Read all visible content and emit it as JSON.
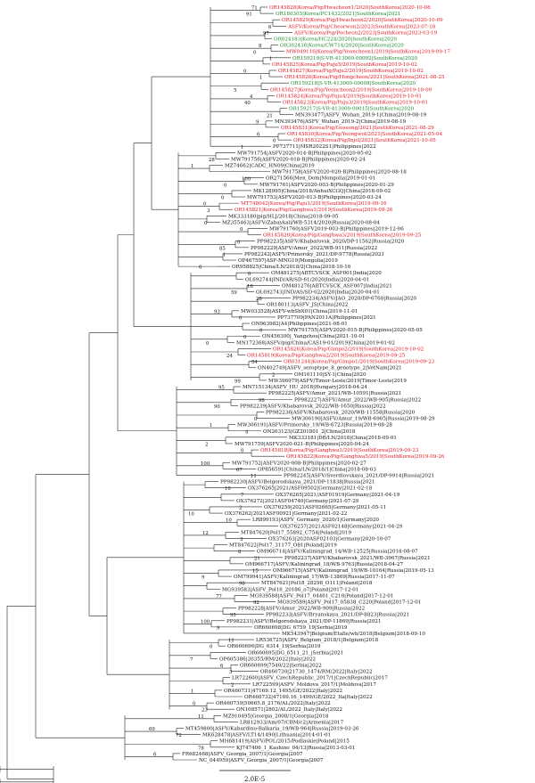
{
  "colors": {
    "black": "#111111",
    "red": "#e8161e",
    "green": "#1f8a2e",
    "branch": "#222222"
  },
  "leaves": [
    {
      "label": "OR145828|Korea/Pig/Hwacheon1/2020|SouthKorea|2020-10-08",
      "color": "red"
    },
    {
      "label": "OR180305|Korea/PC1432/2021|SouthKorea|2021",
      "color": "green"
    },
    {
      "label": "OR145829|Korea/Pig/Hwacheon2/2020|SouthKorea|2020-10-09",
      "color": "red"
    },
    {
      "label": "ASFV/Korea/Pig/Cheorwon2/2023|SouthKorea|2023-07-18",
      "color": "red"
    },
    {
      "label": "ASFV/Korea/Pig/Pocheon2/2023|SouthKorea|2023-03-19",
      "color": "red"
    },
    {
      "label": "OR624183|Korea/HC224/2020|SouthKorea|2020",
      "color": "green"
    },
    {
      "label": "OR362436|Korea/CW714/2020|SouthKorea|2020",
      "color": "green"
    },
    {
      "label": "MW049116|Korea/Pig/Yeoncheon1/2019|SouthKorea|2019-09-17",
      "color": "red"
    },
    {
      "label": "OR159219|S-VR-413000-00002|SouthKorea|2020",
      "color": "green"
    },
    {
      "label": "OR145825|Korea/Pig/Paju5/2019|SouthKorea|2019-10-02",
      "color": "red"
    },
    {
      "label": "OR145827|Korea/Pig/Paju2/2019|SouthKorea|2019-10-02",
      "color": "red"
    },
    {
      "label": "OR145826|Korea/Pig/Hongcheon/2021|SouthKorea|2021-08-25",
      "color": "red"
    },
    {
      "label": "OR159218|S-VR-413000-00008|SouthKorea|2020",
      "color": "green"
    },
    {
      "label": "OR145827|Korea/Pig/Yeoncheon2/2019|SouthKorea|2019-10-09",
      "color": "red"
    },
    {
      "label": "OR145824|Korea/Pig/Paju4/2019|SouthKorea|2019-10-01",
      "color": "red"
    },
    {
      "label": "OR145823|Korea/Pig/Paju3/2019|SouthKorea|2019-10-01",
      "color": "red"
    },
    {
      "label": "OR159217|S-VR-413000-00015|SouthKorea|2020",
      "color": "green"
    },
    {
      "label": "MN393477|ASFV_Wuhan_2019-1|China|2019-08-19",
      "color": "black"
    },
    {
      "label": "MN393476|ASFV_Wuhan_2019-2|China|2019-08-19",
      "color": "black"
    },
    {
      "label": "OR145831|Korea/Pig/Goseong/2021|SouthKorea|2021-08-29",
      "color": "red"
    },
    {
      "label": "OR145830|Korea/Pig/Yeongwol/2021|SouthKorea|2021-05-04",
      "color": "red"
    },
    {
      "label": "OR145832|Korea/Pig/Injel/2021|SouthKorea|2021-10-05",
      "color": "red"
    },
    {
      "label": "PP737711|MSR2022S1|Philippines|2022",
      "color": "black"
    },
    {
      "label": "MW791754|ASFV2020-014-B|Philippines|2020-05-02",
      "color": "black"
    },
    {
      "label": "MW791756|ASFV2020-018-B|Philippines|2020-02-24",
      "color": "black"
    },
    {
      "label": "MZ74662|CADC_HN09|China|2019",
      "color": "black"
    },
    {
      "label": "MW791758|ASFV2020-020-B|Philippines|2020-08-18",
      "color": "black"
    },
    {
      "label": "OR271566|Men_Dom|Mongolia|2019-01-01",
      "color": "black"
    },
    {
      "label": "MW791761|ASFV2020-003-B|Philippines|2020-01-29",
      "color": "black"
    },
    {
      "label": "MK128995|China/2018/AnhuiXCGQ|China|2018-09-02",
      "color": "black"
    },
    {
      "label": "MW791753|ASFV2020-013-B|Philippines|2020-03-24",
      "color": "black"
    },
    {
      "label": "MT748042|Korea/Pig/Paju1/2019|SouthKorea|2019-09-16",
      "color": "red"
    },
    {
      "label": "OR145821|Korea/Pig/Ganghwa1/2019|SouthKorea|2019-09-26",
      "color": "red"
    },
    {
      "label": "MK333180|pig/HLJ/2018|China|2018-09-05",
      "color": "black"
    },
    {
      "label": "MZ355463|ASFV/Zabaykali/WB-5314/2020|Russia|2020-08-04",
      "color": "black"
    },
    {
      "label": "MW791760|ASFV2019-003-B|Philippines|2019-12-06",
      "color": "black"
    },
    {
      "label": "OR145820|Korea/Pig/Ganghwa3/2019|SouthKorea|2019-09-25",
      "color": "red"
    },
    {
      "label": "PP982235|ASFV/Khabarovsk_2020/DP-11562|Russia|2020",
      "color": "black"
    },
    {
      "label": "PP982229|ASFV/Amur_2022/WB-911|Russia|2022",
      "color": "black"
    },
    {
      "label": "PP982242|ASFV/Primorsky_2021/DP-9778|Russia|2021",
      "color": "black"
    },
    {
      "label": "OP467597|ASF-MNG19|Mongolia|2019",
      "color": "black"
    },
    {
      "label": "OR958825|China/LN/2018/2|China|2018-10-16",
      "color": "black"
    },
    {
      "label": "OM481275|ABTCVSCK_ASF001|India|2020",
      "color": "black"
    },
    {
      "label": "OL692744|IND/AR/SD-61/2020|India|2020-04-01",
      "color": "black"
    },
    {
      "label": "OM481276|ABTCVSCK_ASF007|India|2021",
      "color": "black"
    },
    {
      "label": "OL692743|IND/AS/SD-02/2020|India|2020-04-01",
      "color": "black"
    },
    {
      "label": "PP982234|ASFV/JAO_2020/DP-6768|Russia|2020",
      "color": "black"
    },
    {
      "label": "OR180113|ASFV_JS|China|2022",
      "color": "black"
    },
    {
      "label": "MW033528|ASFV-wbSbX01|China|2019-11-01",
      "color": "black"
    },
    {
      "label": "PP737709|PAN2011A|Philippines|2021",
      "color": "black"
    },
    {
      "label": "ON963982|A4|Philippines|2021-08-01",
      "color": "black"
    },
    {
      "label": "MW791755|ASFV2020-015-B|Philippines|2020-05-05",
      "color": "black"
    },
    {
      "label": "ON456300|_Yangzhou|China|2021-10-01",
      "color": "black"
    },
    {
      "label": "MN172368|ASFV/pig/China/CAS19-01/2019|China|2019-01-02",
      "color": "black"
    },
    {
      "label": "OR145826|Korea/Pig/Gimpo2/2019|SouthKorea|2019-10-02",
      "color": "red"
    },
    {
      "label": "OR145819|Korea/Pig/Ganghwa2/2019|SouthKorea|2019-09-25",
      "color": "red"
    },
    {
      "label": "OR031244|Korea/Pig/Gimpo1/2019|SouthKorea|2019-09-23",
      "color": "red"
    },
    {
      "label": "ON402749|ASFV_seroptype_8_genotype_2|VetNam|2021",
      "color": "black"
    },
    {
      "label": "OM161110|SY-1|China|2020",
      "color": "black"
    },
    {
      "label": "MW396979|ASFV/Timor-Leste/2019|Timor-Leste|2019",
      "color": "black"
    },
    {
      "label": "MN715134|ASFV_HU_2018|Hungary|2018-04-24",
      "color": "black"
    },
    {
      "label": "PP982225|ASFV/Amur_2021/WB-10591|Russia|2021",
      "color": "black"
    },
    {
      "label": "PP982227|ASFV/Amur_2022/WB-905|Russia|2022",
      "color": "black"
    },
    {
      "label": "PP982239|ASFV/Khabarovsk_2022/WB-1650|Russia|2022",
      "color": "black"
    },
    {
      "label": "PP982236|ASFV/Khabarovsk_2020/WB-11558|Russia|2020",
      "color": "black"
    },
    {
      "label": "MW306190|ASFV/Amur_19/WB-6905|Russia|2019-08-29",
      "color": "black"
    },
    {
      "label": "MW306191|ASFV/Primorsky_19/WB-6723|Russia|2019-08-28",
      "color": "black"
    },
    {
      "label": "ON263123|GZ201801_2|China|2018",
      "color": "black"
    },
    {
      "label": "MK333181|DB/LN/2018|China|2018-09-01",
      "color": "black"
    },
    {
      "label": "MW791759|ASFV2020-021-B|Philippines|2020-04-24",
      "color": "black"
    },
    {
      "label": "OR145818|Korea/Pig/Ganghwa1/2019|SouthKorea|2019-09-23",
      "color": "red"
    },
    {
      "label": "OR145822|Korea/Pig/Ganghwa5/2019|SouthKorea|2019-09-26",
      "color": "red"
    },
    {
      "label": "MW791752|ASFV2020-008-B|Philippines|2020-02-27",
      "color": "black"
    },
    {
      "label": "OP856591|China/LN/2018/1|China|2018-08-03",
      "color": "black"
    },
    {
      "label": "PP982245|ASFV/Sverdlovskaya_2021/DP-9914|Russia|2021",
      "color": "black"
    },
    {
      "label": "PP982230|ASFV/Belgorodskaya_2021/DP-11838|Russia|2021",
      "color": "black"
    },
    {
      "label": "OX376265|2021/ASF09502|Germany|2021-02-18",
      "color": "black"
    },
    {
      "label": "OX376265|2021/ASF01919|Germany|2021-04-19",
      "color": "black"
    },
    {
      "label": "OX376272|2021ASF04740|Germany|2021-07-29",
      "color": "black"
    },
    {
      "label": "OX376259|2021ASF02665|Germany|2021-05-11",
      "color": "black"
    },
    {
      "label": "OX376262|2021ASF00921|Germany|2021-02-22",
      "color": "black"
    },
    {
      "label": "LR899193|ASFV_Germany_2020/1|Germany|2020",
      "color": "black"
    },
    {
      "label": "OX376257|2021ASF02148|Germany|2021-04-29",
      "color": "black"
    },
    {
      "label": "MT847620|Pol17_55892_C754|Poland|2019",
      "color": "black"
    },
    {
      "label": "OX376263|2020ASF02103|Germany|2020-10-07",
      "color": "black"
    },
    {
      "label": "MT847622|Pol17_31177_O81|Poland|2019",
      "color": "black"
    },
    {
      "label": "OM966714|ASFV/Kaliningrad_14/WB-12525|Russia|2018-08-07",
      "color": "black"
    },
    {
      "label": "PP982237|ASFV/Khabarovsk_2021/WB-3967|Russia|2021",
      "color": "black"
    },
    {
      "label": "OM966717|ASFV/Kaliningrad_18/WB-9763|Russia|2018-04-27",
      "color": "black"
    },
    {
      "label": "OM966715|ASFV/Kaliningrad_19/WB-10164|Russia|2019-05-13",
      "color": "black"
    },
    {
      "label": "OM799941|ASFV/Kaliningrad_17/WB-13869|Russia|2017-11-07",
      "color": "black"
    },
    {
      "label": "MT847621|Pol18_28298_O111|Poland|2018",
      "color": "black"
    },
    {
      "label": "MG939583|ASFV_Pol16_20186_o7|Poland|2017-12-01",
      "color": "black"
    },
    {
      "label": "MG939588|ASFV_Pol17_04461_C210|Poland|2017-12-01",
      "color": "black"
    },
    {
      "label": "MG939589|ASFV_Pol17_05838_C220|Poland|2017-12-01",
      "color": "black"
    },
    {
      "label": "PP982228|ASFV/Amur_2022/WB-909|Russia|2022",
      "color": "black"
    },
    {
      "label": "PP982233|ASFV/Bryanskaya_2021/DP-8823|Russia|2021",
      "color": "black"
    },
    {
      "label": "PP982231|ASFV/Belgorodskaya_2021/DP-11869|Russia|2021",
      "color": "black"
    },
    {
      "label": "OR660698|DG_6759_19|Serbia|2019",
      "color": "black"
    },
    {
      "label": "MK543947|Belgium/Etalle/wb/2018|Belgium|2018-09-10",
      "color": "black"
    },
    {
      "label": "LR536725|ASFV_Belgium_2018/1|Belgium|2018",
      "color": "black"
    },
    {
      "label": "OR660696|DG_6314_19|Serbia|2019",
      "color": "black"
    },
    {
      "label": "OR660695|DG_6511_21_|Serbia|2021",
      "color": "black"
    },
    {
      "label": "OP605386|20355/RM/2022|Italy|2022",
      "color": "black"
    },
    {
      "label": "OR660699|7540/22|Serbia|2022",
      "color": "black"
    },
    {
      "label": "OR460730|21730_1474/RM/2022|Italy|2022",
      "color": "black"
    },
    {
      "label": "LR722600|ASFV_CzechRepublic_2017/1|CzechRepublic|2017",
      "color": "black"
    },
    {
      "label": "LR722599|ASFV_Moldova_2017/1|Moldova|2017",
      "color": "black"
    },
    {
      "label": "OR460731|47169.12_1495/GE/2022|Italy|2022",
      "color": "black"
    },
    {
      "label": "OR460732|47169.16_1499/GE/2022_Ita|Italy|2022",
      "color": "black"
    },
    {
      "label": "OR460739|50665.8_2176/AL/2022|Italy|2022",
      "color": "black"
    },
    {
      "label": "ON108571|2802/AL/2022_Italy|Italy|2022",
      "color": "black"
    },
    {
      "label": "MZ910495|Georgia_2008/1|Georgia|2018",
      "color": "black"
    },
    {
      "label": "LR812933/Am/07/CBM/c2|Armenia|2017",
      "color": "black"
    },
    {
      "label": "MT459800|ASFV/Kabardino-Balkaria_19/WB-964|Russia|2019-03-26",
      "color": "black"
    },
    {
      "label": "MK628478|ASFV/LT14/1490|Lithuania|2014-01-01",
      "color": "black"
    },
    {
      "label": "MH681419|ASFV/POL/2015/Podlaskie|Poland|2015",
      "color": "black"
    },
    {
      "label": "KJ747406_1_Kashino_04/13|Russia|2013-03-01",
      "color": "black"
    },
    {
      "label": "FR682468|ASFV_Georgia_2007/1|Georgia|2007",
      "color": "black"
    },
    {
      "label": "NC_044959|ASFV_Georgia_2007/1|Georgia|2007",
      "color": "black"
    }
  ],
  "bootstraps": [
    {
      "value": "71"
    },
    {
      "value": "91"
    },
    {
      "value": "6"
    },
    {
      "value": "97"
    },
    {
      "value": "8"
    },
    {
      "value": "0"
    },
    {
      "value": "1"
    },
    {
      "value": "0"
    },
    {
      "value": "1"
    },
    {
      "value": "5"
    },
    {
      "value": "4"
    },
    {
      "value": "40"
    },
    {
      "value": "21"
    },
    {
      "value": "9"
    },
    {
      "value": "6"
    },
    {
      "value": "0"
    },
    {
      "value": "1"
    },
    {
      "value": "28"
    },
    {
      "value": "1"
    },
    {
      "value": "100"
    },
    {
      "value": "0"
    },
    {
      "value": "0"
    },
    {
      "value": "0"
    },
    {
      "value": "3"
    },
    {
      "value": "0"
    },
    {
      "value": "0"
    },
    {
      "value": "0"
    },
    {
      "value": "85"
    },
    {
      "value": "1"
    },
    {
      "value": "0"
    },
    {
      "value": "0"
    },
    {
      "value": "16"
    },
    {
      "value": "59"
    },
    {
      "value": "28"
    },
    {
      "value": "93"
    },
    {
      "value": "0"
    },
    {
      "value": "0"
    },
    {
      "value": "0"
    },
    {
      "value": "0"
    },
    {
      "value": "24"
    },
    {
      "value": "54"
    },
    {
      "value": "2"
    },
    {
      "value": "99"
    },
    {
      "value": "95"
    },
    {
      "value": "98"
    },
    {
      "value": "90"
    },
    {
      "value": "0"
    },
    {
      "value": "1"
    },
    {
      "value": "4"
    },
    {
      "value": "2"
    },
    {
      "value": "0"
    },
    {
      "value": "100"
    },
    {
      "value": "67"
    },
    {
      "value": "11"
    },
    {
      "value": "10"
    },
    {
      "value": "7"
    },
    {
      "value": "2"
    },
    {
      "value": "10"
    },
    {
      "value": "10"
    },
    {
      "value": "12"
    },
    {
      "value": "3"
    },
    {
      "value": "8"
    },
    {
      "value": "21"
    },
    {
      "value": "15"
    },
    {
      "value": "9"
    },
    {
      "value": "98"
    },
    {
      "value": "77"
    },
    {
      "value": "92"
    },
    {
      "value": "95"
    },
    {
      "value": "100"
    },
    {
      "value": "9"
    },
    {
      "value": "11"
    },
    {
      "value": "0"
    },
    {
      "value": "7"
    },
    {
      "value": "6"
    },
    {
      "value": "3"
    },
    {
      "value": "2"
    },
    {
      "value": "1"
    },
    {
      "value": "0"
    },
    {
      "value": "23"
    },
    {
      "value": "11"
    },
    {
      "value": "69"
    },
    {
      "value": "72"
    },
    {
      "value": "78"
    },
    {
      "value": "6"
    }
  ],
  "scale_bar": {
    "label": "2.0E-5"
  }
}
